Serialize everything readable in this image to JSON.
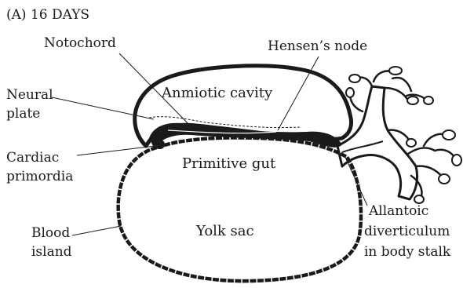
{
  "panel_label": "(A)  16 DAYS",
  "labels": {
    "notochord": "Notochord",
    "hensens_node": "Hensen’s node",
    "neural_plate_1": "Neural",
    "neural_plate_2": "plate",
    "amniotic_cavity": "Anmiotic cavity",
    "primitive_gut": "Primitive gut",
    "cardiac_1": "Cardiac",
    "cardiac_2": "primordia",
    "blood_1": "Blood",
    "blood_2": "island",
    "yolk_sac": "Yolk sac",
    "allantoic_1": "Allantoic",
    "allantoic_2": "diverticulum",
    "allantoic_3": "in body stalk"
  },
  "colors": {
    "ink": "#1a1a1a",
    "background": "#ffffff"
  }
}
